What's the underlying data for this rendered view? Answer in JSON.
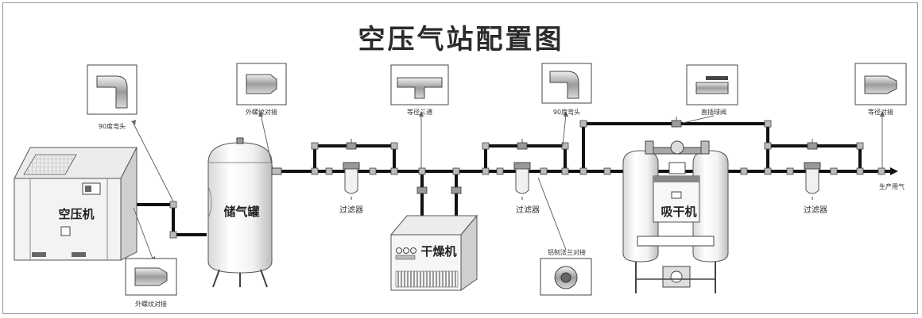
{
  "title": "空压气站配置图",
  "equipment": {
    "compressor": "空压机",
    "tank": "储气罐",
    "dryer": "干燥机",
    "adsorption_dryer": "吸干机"
  },
  "filters": [
    "过滤器",
    "过滤器",
    "过滤器"
  ],
  "fittings": {
    "male_thread_bottom": "外螺纹对接",
    "elbow_left": "90度弯头",
    "male_thread_tank": "外螺纹对接",
    "equal_tee": "等径三通",
    "elbow_right": "90度弯头",
    "ball_valve": "直插球阀",
    "equal_straight": "等径对接",
    "aluminum_flange": "铝制法兰对接"
  },
  "outlet": "生产用气",
  "colors": {
    "pipe": "#111111",
    "line": "#555555",
    "frame": "#9a9a9a"
  }
}
